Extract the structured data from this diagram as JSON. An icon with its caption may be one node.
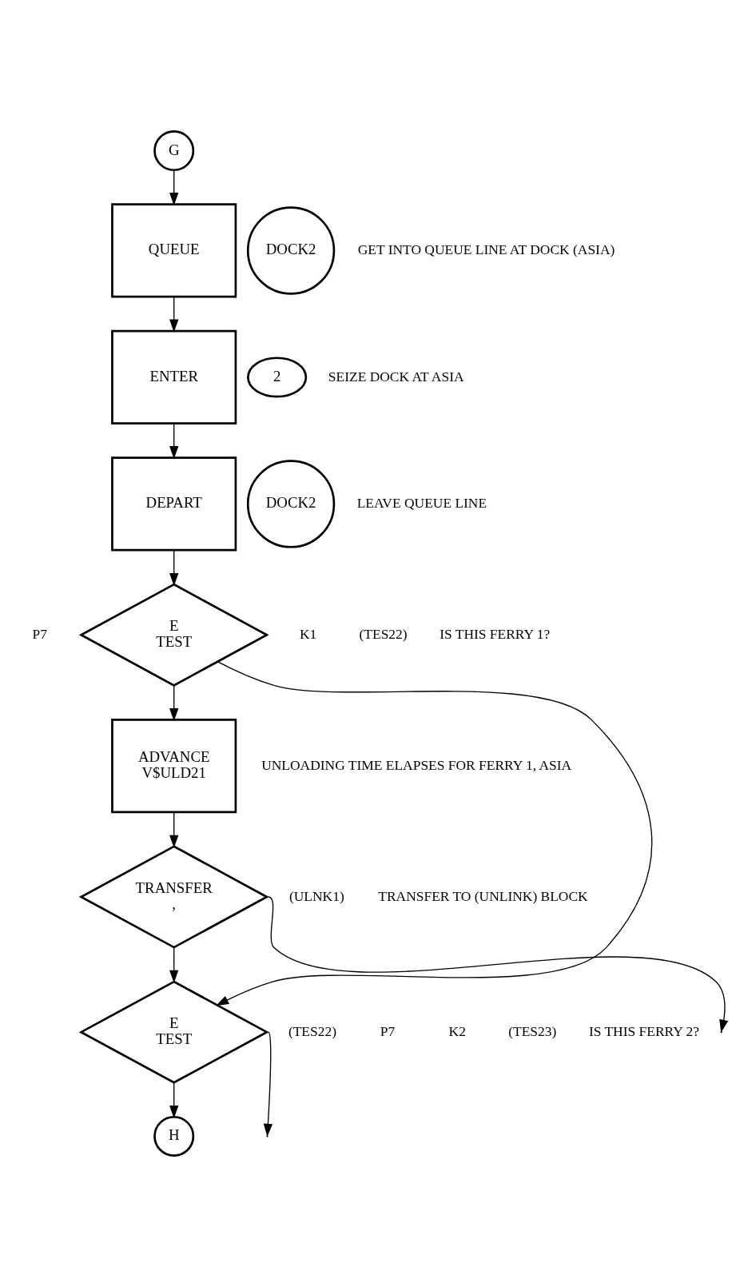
{
  "diagram": {
    "nodes": [
      {
        "text": [
          "G"
        ]
      },
      {
        "text": [
          "QUEUE"
        ]
      },
      {
        "text": [
          "DOCK2"
        ]
      },
      {
        "text": [
          "ENTER"
        ]
      },
      {
        "text": [
          "2"
        ]
      },
      {
        "text": [
          "DEPART"
        ]
      },
      {
        "text": [
          "DOCK2"
        ]
      },
      {
        "text": [
          "E",
          "TEST"
        ],
        "beside": [
          "P7",
          "K1",
          "(TES22)"
        ]
      },
      {
        "text": [
          "ADVANCE",
          "V$ULD21"
        ]
      },
      {
        "text": [
          "TRANSFER",
          ","
        ],
        "beside": [
          "(ULNK1)"
        ]
      },
      {
        "text": [
          "E",
          "TEST"
        ],
        "beside": [
          "(TES22)",
          "P7",
          "K2",
          "(TES23)"
        ]
      },
      {
        "text": [
          "H"
        ]
      }
    ],
    "edges": [
      {
        "from": 0,
        "to": 1,
        "arrow": "to"
      },
      {
        "from": 1,
        "to": 3,
        "arrow": "to"
      },
      {
        "from": 3,
        "to": 5,
        "arrow": "to"
      },
      {
        "from": 5,
        "to": 7,
        "arrow": "to"
      },
      {
        "from": 7,
        "to": 8,
        "arrow": "to"
      },
      {
        "from": 8,
        "to": 9,
        "arrow": "to"
      },
      {
        "from": 7,
        "to": 10,
        "arrow": "to"
      },
      {
        "from": 9,
        "to": 10,
        "arrow": "to"
      },
      {
        "from": 9,
        "to": null,
        "arrow": "to"
      },
      {
        "from": 10,
        "to": 11,
        "arrow": "to"
      },
      {
        "from": 10,
        "to": null,
        "arrow": "to"
      }
    ],
    "labels": [
      "GET INTO QUEUE LINE AT DOCK (ASIA)",
      "SEIZE DOCK AT ASIA",
      "LEAVE QUEUE LINE",
      "IS THIS FERRY 1?",
      "UNLOADING TIME ELAPSES FOR FERRY 1, ASIA",
      "TRANSFER TO (UNLINK) BLOCK",
      "IS THIS FERRY 2?"
    ]
  }
}
